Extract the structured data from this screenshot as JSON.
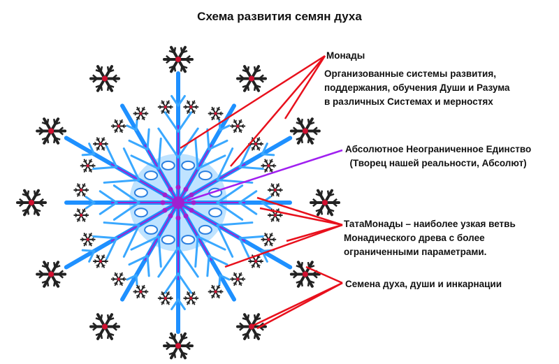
{
  "title": "Схема развития семян духа",
  "labels": {
    "monads": "Монады",
    "monads_desc": [
      "Организованные системы развития,",
      "поддержания, обучения Души и Разума",
      "в различных Системах и мерностях"
    ],
    "absolute": [
      "Абсолютное Неограниченное Единство",
      "(Творец нашей реальности, Абсолют)"
    ],
    "tatamonads": [
      "ТатаМонады – наиболее узкая ветвь",
      "Монадического древа с более",
      "ограниченными параметрами."
    ],
    "seeds": "Семена духа, души и инкарнации"
  },
  "colors": {
    "pointer_red": "#e8101c",
    "pointer_purple": "#a020f0",
    "snowflake_blue": "#1e90ff",
    "snowflake_center": "#a020d0",
    "seed_dark": "#222222",
    "seed_core": "#d01030"
  }
}
